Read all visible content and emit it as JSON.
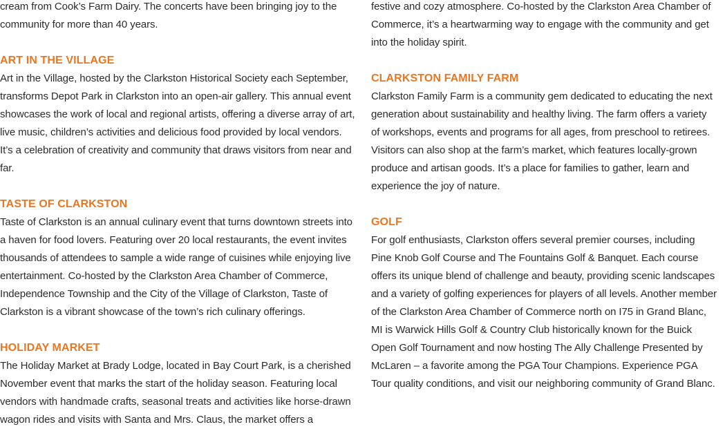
{
  "left_column": {
    "intro_tail": "cream from Cook’s Farm Dairy. The concerts have been bringing joy to the community for more than 40 years.",
    "sections": [
      {
        "heading": "ART IN THE VILLAGE",
        "body": "Art in the Village, hosted by the Clarkston Historical Society each September, transforms Depot Park in Clarkston into an open-air gallery. This annual event showcases the work of local and regional artists, offering a diverse array of art, live music, children’s activities and delicious food provided by local vendors. It’s a celebration of creativity and community that draws visitors from near and far."
      },
      {
        "heading": "TASTE OF CLARKSTON",
        "body": "Taste of Clarkston is an annual culinary event that turns downtown streets into a haven for food lovers. Featuring over 20 local restaurants, the event invites thousands of attendees to sample a wide range of cuisines while enjoying live entertainment. Co-hosted by the Clarkston Area Chamber of Commerce, Independence Township and the City of the Village of Clarkston, Taste of Clarkston is a vibrant showcase of the town’s rich culinary offerings."
      },
      {
        "heading": "HOLIDAY MARKET",
        "body": "The Holiday Market at Brady Lodge, located in Bay Court Park, is a cherished November event that marks the start of the holiday season. Featuring local vendors with handmade crafts, seasonal treats and activities like horse-drawn wagon rides and visits with Santa and Mrs. Claus, the market offers a"
      }
    ]
  },
  "right_column": {
    "intro_tail": "festive and cozy atmosphere. Co-hosted by the Clarkston Area Chamber of Commerce, it’s a heartwarming way to engage with the community and get into the holiday spirit.",
    "sections": [
      {
        "heading": "CLARKSTON FAMILY FARM",
        "body": "Clarkston Family Farm is a community gem dedicated to educating the next generation about sustainability and healthy living. The farm offers a variety of workshops, events and programs for all ages, from preschool to retirees. Visitors can also shop at the farm’s market, which features locally-grown produce and artisan goods. It’s a place for families to gather, learn and experience the joy of nature."
      },
      {
        "heading": "GOLF",
        "body": "For golf enthusiasts, Clarkston offers several premier courses, including Pine Knob Golf Course and The Fountains Golf & Banquet. Each course offers its unique blend of challenge and beauty, providing scenic landscapes and a variety of golfing experiences for players of all levels. Another member of the Clarkston Area Chamber of Commerce north on I75 in Grand Blanc, MI is Warwick Hills Golf & Country Club historically known for the Buick Open Golf Tournament and now hosting The Ally Challenge Presented by McLaren – a favorite among the PGA Tour Champions. Experience PGA Tour quality conditions, and visit our neighboring community of Grand Blanc."
      }
    ]
  },
  "colors": {
    "heading": "#e87722",
    "body_text": "#2b2b2b"
  }
}
